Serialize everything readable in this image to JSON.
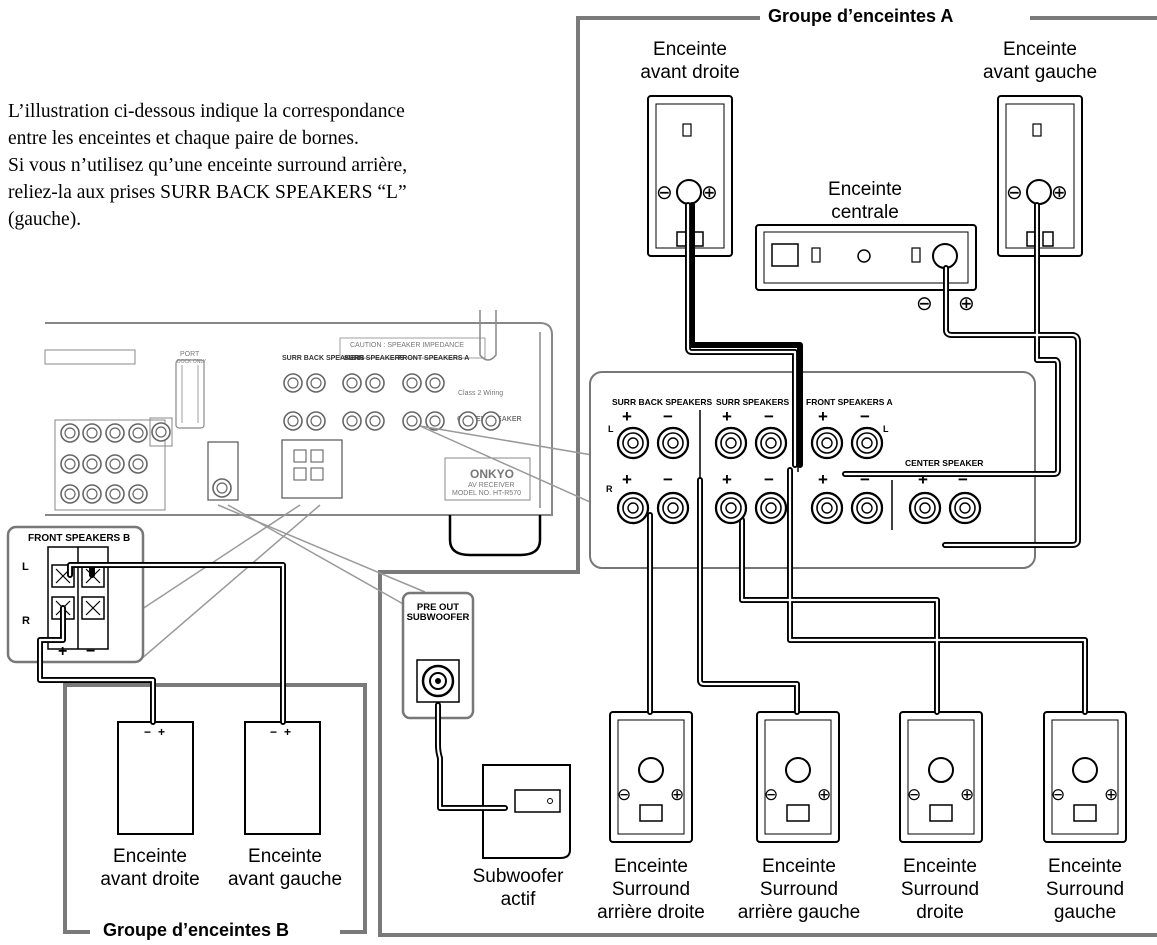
{
  "intro": {
    "line1": "L’illustration ci-dessous indique la correspondance",
    "line2": "entre les enceintes et chaque paire de bornes.",
    "line3": "Si vous n’utilisez qu’une enceinte surround arrière,",
    "line4": "reliez-la aux prises SURR BACK SPEAKERS “L”",
    "line5": "(gauche)."
  },
  "groups": {
    "a": "Groupe d’enceintes A",
    "b": "Groupe d’enceintes B"
  },
  "speakers": {
    "front_right_a": [
      "Enceinte",
      "avant droite"
    ],
    "front_left_a": [
      "Enceinte",
      "avant gauche"
    ],
    "center": [
      "Enceinte",
      "centrale"
    ],
    "front_right_b": [
      "Enceinte",
      "avant droite"
    ],
    "front_left_b": [
      "Enceinte",
      "avant gauche"
    ],
    "subwoofer": [
      "Subwoofer",
      "actif"
    ],
    "surr_back_right": [
      "Enceinte",
      "Surround",
      "arrière droite"
    ],
    "surr_back_left": [
      "Enceinte",
      "Surround",
      "arrière gauche"
    ],
    "surr_right": [
      "Enceinte",
      "Surround",
      "droite"
    ],
    "surr_left": [
      "Enceinte",
      "Surround",
      "gauche"
    ]
  },
  "panel": {
    "surr_back": "SURR BACK SPEAKERS",
    "surr": "SURR SPEAKERS",
    "front_a": "FRONT SPEAKERS A",
    "center": "CENTER SPEAKER",
    "front_b": "FRONT SPEAKERS B",
    "pre_out": "PRE OUT",
    "subwoofer": "SUBWOOFER",
    "caution": "CAUTION : SPEAKER IMPEDANCE",
    "class": "Class 2 Wiring",
    "model": "MODEL NO. HT-R570",
    "brand": "ONKYO",
    "av_receiver": "AV RECEIVER",
    "port": "PORT",
    "dock_only": "DOCK ONLY"
  },
  "symbols": {
    "plus": "+",
    "minus": "−",
    "L": "L",
    "R": "R",
    "circle_plus": "⊕",
    "circle_minus": "⊖"
  }
}
